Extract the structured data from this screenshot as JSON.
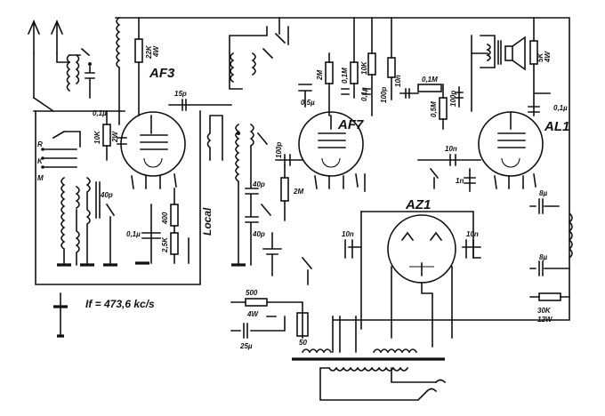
{
  "tubes": {
    "af3": "AF3",
    "af7": "AF7",
    "al1": "AL1",
    "az1": "AZ1"
  },
  "notes": {
    "if_freq": "If = 473,6 kc/s",
    "local": "Local"
  },
  "switch_labels": {
    "r": "R",
    "k": "K",
    "m": "M"
  },
  "values": {
    "r_22k": "22K",
    "r_22k_w": "4W",
    "c_15p": "15p",
    "c_01u_a": "0,1µ",
    "r_10k": "10K",
    "r_10k_w": "2W",
    "c_40p_a": "40p",
    "c_01u_b": "0,1µ",
    "r_400": "400",
    "r_25k": "2,5K",
    "c_100p_a": "100p",
    "c_40p_b": "40p",
    "c_40p_c": "40p",
    "r_2m_a": "2M",
    "c_05u": "0,5µ",
    "r_2m_b": "2M",
    "r_01m_a": "0,1M",
    "r_10k_b": "10K",
    "c_01u_c": "0,1µ",
    "c_100p_b": "100p",
    "c_10n_a": "10n",
    "r_01m_b": "0,1M",
    "r_05m": "0,5M",
    "c_100p_c": "100p",
    "c_10n_b": "10n",
    "c_1n": "1n",
    "r_5k": "5K",
    "r_5k_w": "4W",
    "c_01u_d": "0,1µ",
    "c_10n_c": "10n",
    "c_10n_d": "10n",
    "c_8u_a": "8µ",
    "c_8u_b": "8µ",
    "r_30k": "30K",
    "r_30k_w": "12W",
    "r_500": "500",
    "r_500_w": "4W",
    "c_25u": "25µ",
    "pot_50": "50"
  }
}
